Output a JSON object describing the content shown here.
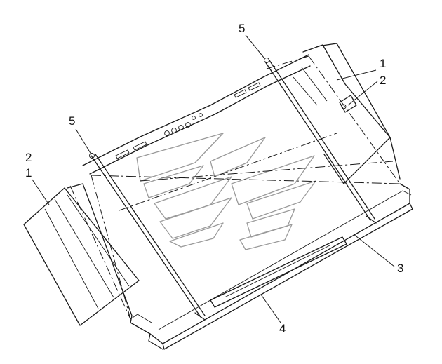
{
  "callouts": {
    "c5_top": "5",
    "c1_right": "1",
    "c2_right": "2",
    "c5_left": "5",
    "c2_left": "2",
    "c1_left": "1",
    "c3": "3",
    "c4": "4"
  }
}
